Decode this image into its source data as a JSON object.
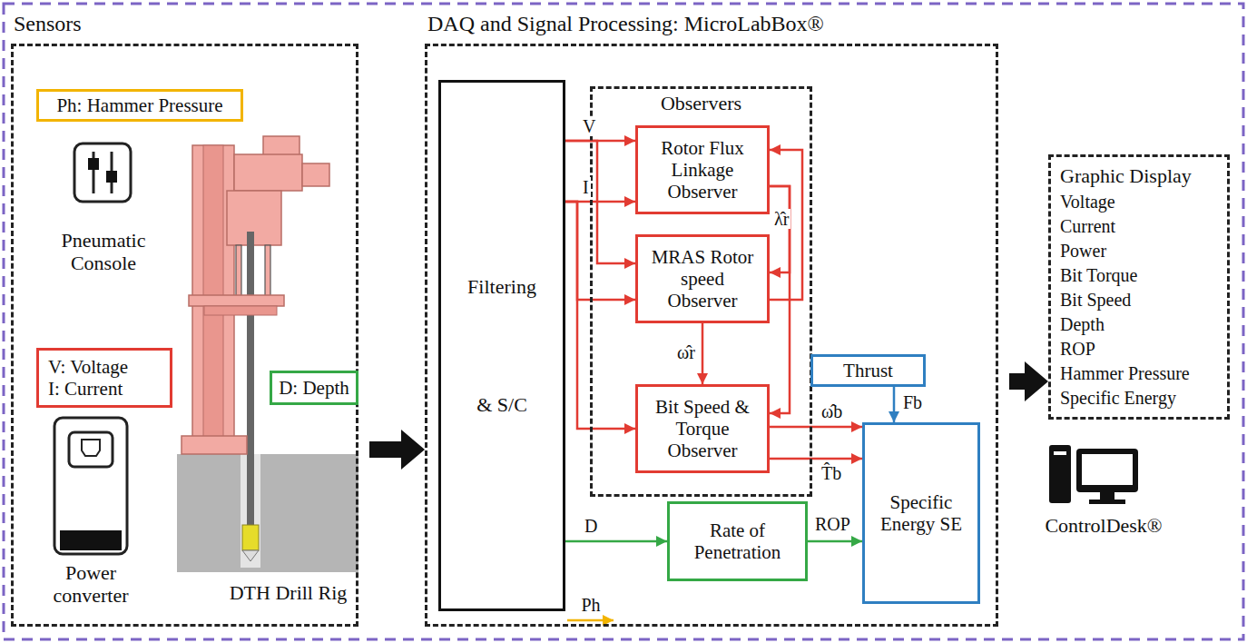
{
  "diagram": {
    "nodes": [
      {
        "text": [
          "Sensors"
        ]
      },
      {
        "text": [
          "Ph: Hammer Pressure"
        ],
        "in": 0
      },
      {
        "text": [
          "V: Voltage",
          "I: Current"
        ],
        "in": 0
      },
      {
        "text": [
          "D: Depth"
        ],
        "in": 0
      },
      {
        "text": [
          "DAQ and Signal Processing: MicroLabBox®"
        ]
      },
      {
        "text": [
          "Filtering & S/C"
        ],
        "in": 4
      },
      {
        "text": [
          "Observers"
        ],
        "in": 4
      },
      {
        "text": [
          "Rotor Flux Linkage Observer"
        ],
        "in": 6
      },
      {
        "text": [
          "MRAS Rotor speed Observer"
        ],
        "in": 6
      },
      {
        "text": [
          "Bit Speed & Torque Observer"
        ],
        "in": 6
      },
      {
        "text": [
          "Thrust"
        ],
        "in": 4
      },
      {
        "text": [
          "Rate of Penetration"
        ],
        "in": 4
      },
      {
        "text": [
          "Specific Energy SE"
        ],
        "in": 4
      },
      {
        "text": [
          "Graphic Display",
          "Voltage",
          "Current",
          "Power",
          "Bit Torque",
          "Bit Speed",
          "Depth",
          "ROP",
          "Hammer Pressure",
          "Specific Energy"
        ]
      }
    ],
    "edges": [
      {
        "from": 0,
        "to": 4,
        "arrow": "to"
      },
      {
        "from": 4,
        "to": 13,
        "arrow": "to"
      },
      {
        "from": 5,
        "to": 7,
        "arrow": "to",
        "label": "V"
      },
      {
        "from": 5,
        "to": 7,
        "arrow": "to",
        "label": "I"
      },
      {
        "from": 5,
        "to": 8,
        "arrow": "to"
      },
      {
        "from": 5,
        "to": 8,
        "arrow": "to"
      },
      {
        "from": 5,
        "to": 9,
        "arrow": "to"
      },
      {
        "from": 7,
        "to": 8,
        "arrow": "to",
        "label": "λ̂r"
      },
      {
        "from": 7,
        "to": 9,
        "arrow": "to"
      },
      {
        "from": 8,
        "to": 9,
        "arrow": "to",
        "label": "ω̂r"
      },
      {
        "from": 8,
        "to": 7,
        "arrow": "to"
      },
      {
        "from": 9,
        "to": 12,
        "arrow": "to",
        "label": "ω̂b"
      },
      {
        "from": 9,
        "to": 12,
        "arrow": "to",
        "label": "T̂b"
      },
      {
        "from": 10,
        "to": 12,
        "arrow": "to",
        "label": "Fb"
      },
      {
        "from": 5,
        "to": 11,
        "arrow": "to",
        "label": "D"
      },
      {
        "from": 11,
        "to": 12,
        "arrow": "to",
        "label": "ROP"
      }
    ],
    "labels": [
      "Pneumatic Console",
      "Power converter",
      "DTH Drill Rig",
      "Ph",
      "ControlDesk®"
    ]
  }
}
